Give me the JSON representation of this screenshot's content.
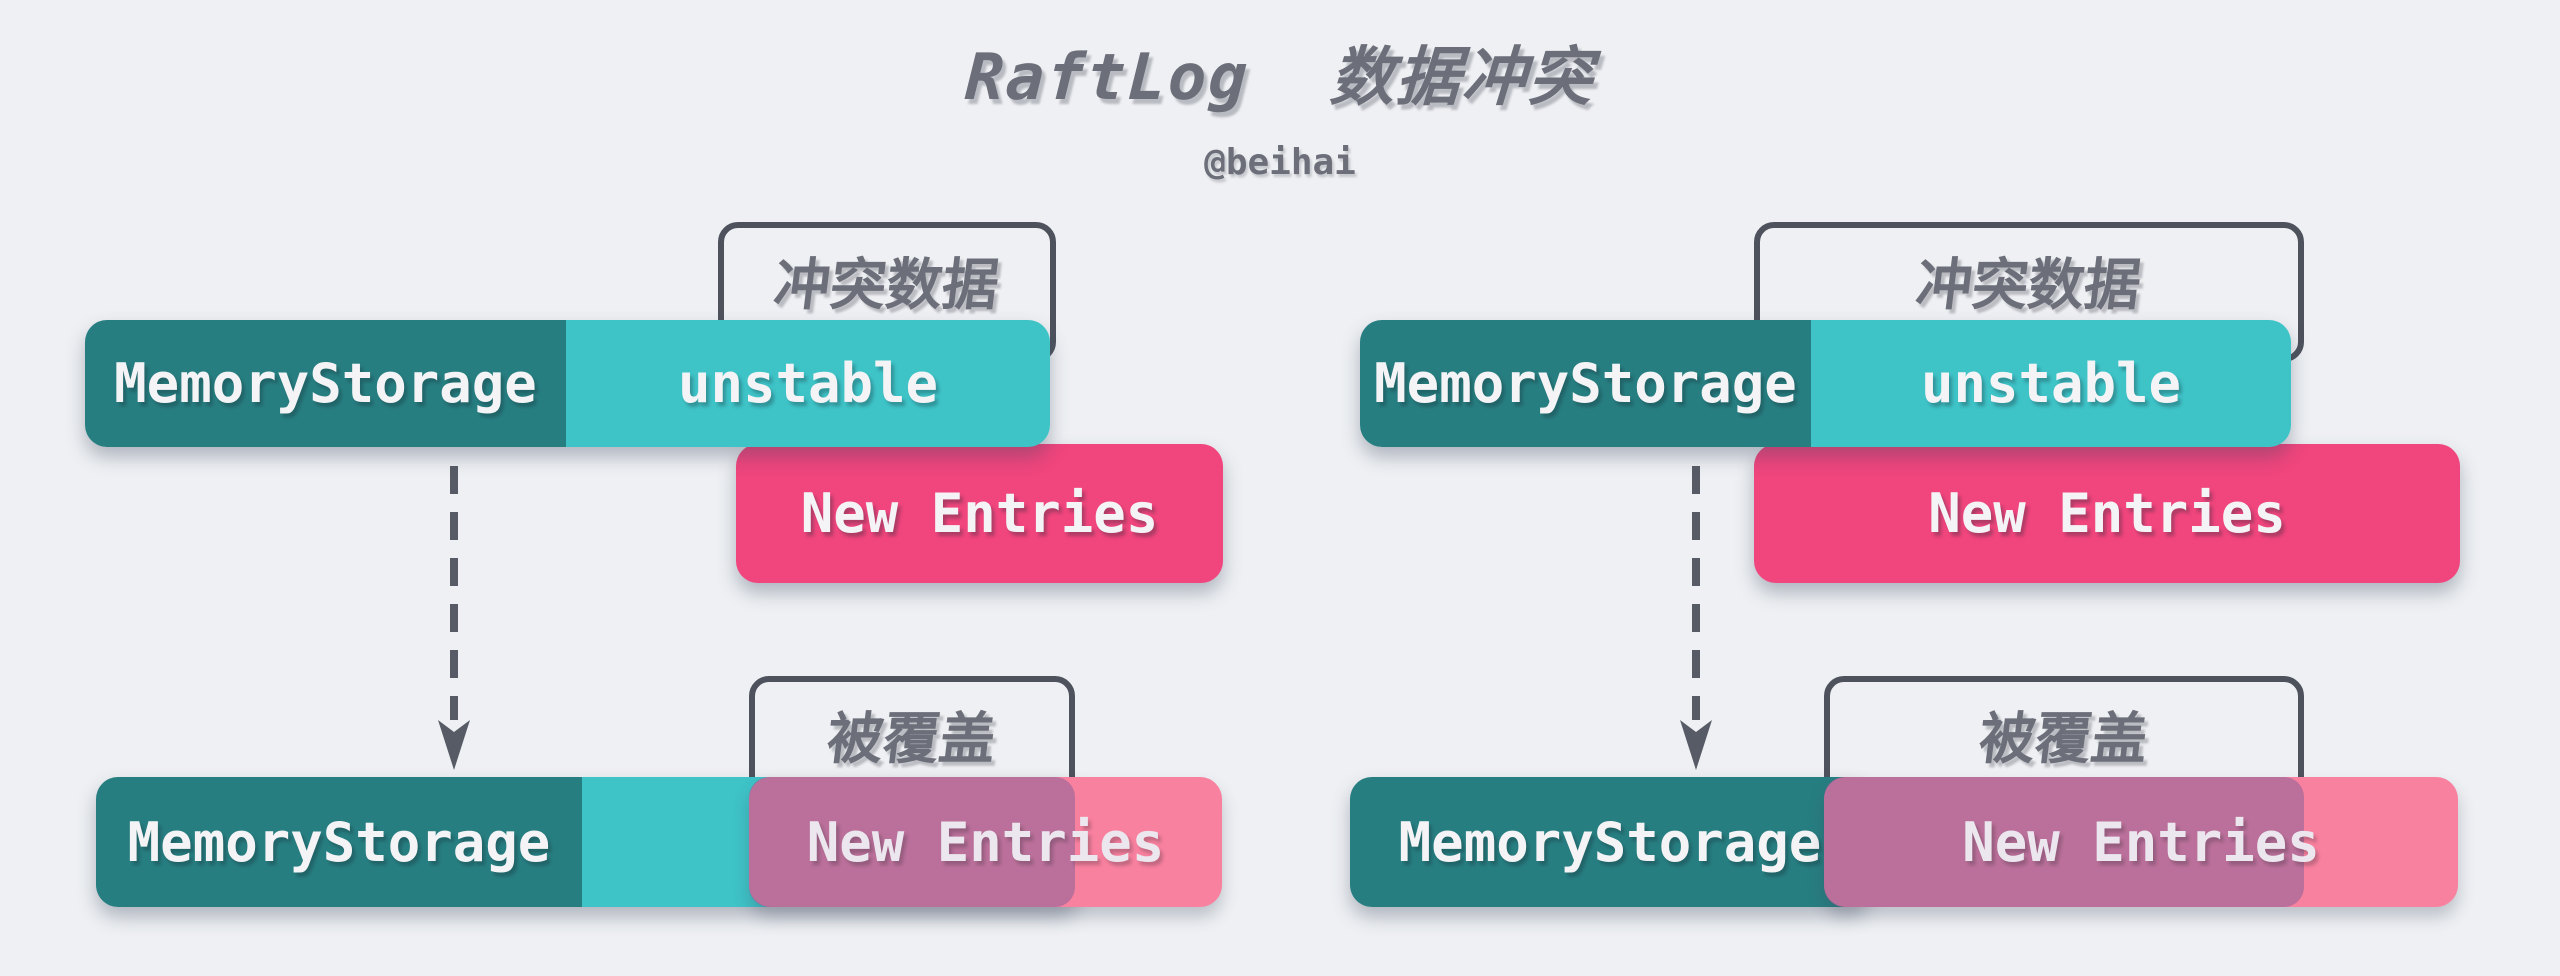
{
  "title": "RaftLog  数据冲突",
  "author": "@beihai",
  "colors": {
    "background": "#eef0f3",
    "memory_storage": "#277e81",
    "unstable": "#3ec3c7",
    "new_entries": "#f0457d",
    "new_entries_light": "#f8819f",
    "covered_overlay": "rgba(134, 99, 150, 0.55)",
    "label_border": "#4d525d",
    "label_text": "#6c6f79",
    "bar_text": "#f4f4f6",
    "arrow": "#575b66"
  },
  "left_diagram": {
    "conflict_label": "冲突数据",
    "covered_label": "被覆盖",
    "top": {
      "memory_label": "MemoryStorage",
      "unstable_label": "unstable",
      "new_entries_label": "New Entries"
    },
    "bottom": {
      "memory_label": "MemoryStorage",
      "new_entries_label": "New Entries"
    }
  },
  "right_diagram": {
    "conflict_label": "冲突数据",
    "covered_label": "被覆盖",
    "top": {
      "memory_label": "MemoryStorage",
      "unstable_label": "unstable",
      "new_entries_label": "New Entries"
    },
    "bottom": {
      "memory_label": "MemoryStorage",
      "new_entries_label": "New Entries"
    }
  }
}
